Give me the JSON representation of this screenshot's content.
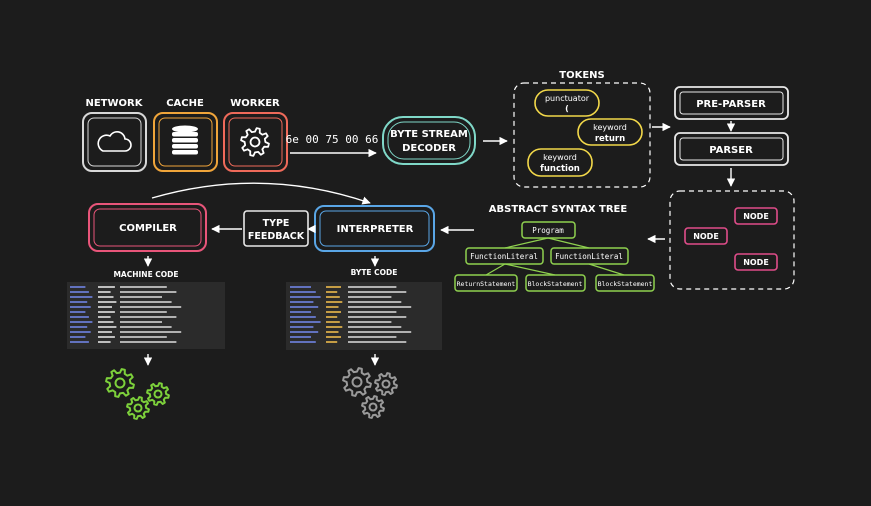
{
  "sources": {
    "network": "NETWORK",
    "cache": "CACHE",
    "worker": "WORKER"
  },
  "bytes": "6e 00 75 00 66",
  "decoder": {
    "line1": "BYTE STREAM",
    "line2": "DECODER"
  },
  "tokens": {
    "title": "TOKENS",
    "items": [
      {
        "line1": "punctuator",
        "line2": "("
      },
      {
        "line1": "keyword",
        "line2": "return"
      },
      {
        "line1": "keyword",
        "line2": "function"
      }
    ]
  },
  "pre_parser": "PRE-PARSER",
  "parser": "PARSER",
  "nodes": [
    "NODE",
    "NODE",
    "NODE"
  ],
  "ast": {
    "title": "ABSTRACT SYNTAX TREE",
    "root": "Program",
    "level1": [
      "FunctionLiteral",
      "FunctionLiteral"
    ],
    "level2": [
      "ReturnStatement",
      "BlockStatement",
      "BlockStatement"
    ]
  },
  "interpreter": "INTERPRETER",
  "type_feedback": {
    "line1": "TYPE",
    "line2": "FEEDBACK"
  },
  "compiler": "COMPILER",
  "machine_code": "MACHINE CODE",
  "byte_code": "BYTE CODE",
  "colors": {
    "background": "#1c1c1c",
    "network": "#d8d8d8",
    "cache": "#f0a53a",
    "worker": "#ef6a5a",
    "decoder": "#7fd8c8",
    "token": "#f2d84a",
    "parser": "#e8e8e8",
    "node": "#e04d8a",
    "ast": "#8fd14f",
    "interpreter": "#5aa6e6",
    "compiler": "#e8557a",
    "gear_green": "#7dd13b",
    "gear_gray": "#9a9a9a"
  }
}
